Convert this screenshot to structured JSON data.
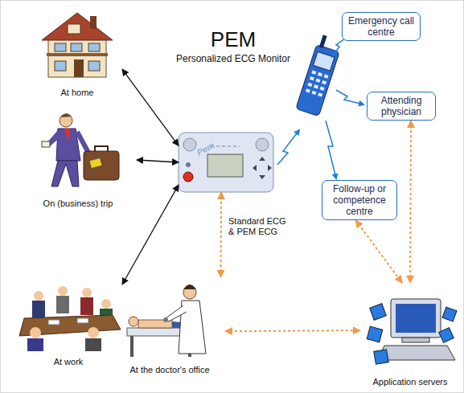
{
  "diagram": {
    "title": "PEM",
    "nodes": [
      {
        "text": [
          "At home"
        ]
      },
      {
        "text": [
          "Emergency call centre"
        ]
      },
      {
        "text": [
          "Attending physician"
        ]
      },
      {
        "text": [
          "Pem"
        ]
      },
      {
        "text": [
          "On (business) trip"
        ]
      },
      {
        "text": [
          "Follow-up or competence centre"
        ]
      },
      {
        "text": [
          "Application servers"
        ]
      },
      {
        "text": [
          "At the doctor's office"
        ]
      },
      {
        "text": [
          "At work"
        ]
      }
    ],
    "edges": [
      {
        "from": 0,
        "to": 3,
        "arrow": "both"
      },
      {
        "from": 4,
        "to": 3,
        "arrow": "both"
      },
      {
        "from": 8,
        "to": 3,
        "arrow": "both"
      },
      {
        "from": 3,
        "to": 7,
        "label": "Standard ECG & PEM ECG",
        "arrow": "both"
      },
      {
        "from": 7,
        "to": 6,
        "arrow": "both"
      },
      {
        "from": 5,
        "to": 6,
        "arrow": "both"
      },
      {
        "from": 2,
        "to": 6,
        "arrow": "both"
      }
    ],
    "labels": [
      "Personalized ECG Monitor"
    ]
  }
}
